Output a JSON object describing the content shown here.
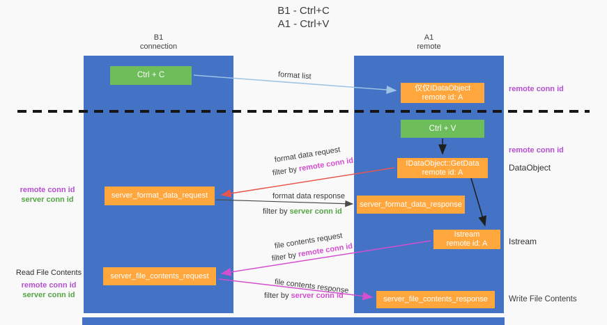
{
  "colors": {
    "lane_blue": "#4472C4",
    "box_orange": "#FFA63D",
    "box_green": "#6DBE5B",
    "purple_label": "#B44FD0",
    "green_label": "#55A546",
    "red_arrow": "#E8574F",
    "magenta_arrow": "#D44FD0",
    "lightblue_arrow": "#9DC3E6",
    "dashed_line": "#161616"
  },
  "title": {
    "line1": "B1 - Ctrl+C",
    "line2": "A1 - Ctrl+V"
  },
  "lanes": {
    "left": {
      "name": "B1",
      "subtitle": "connection"
    },
    "right": {
      "name": "A1",
      "subtitle": "remote"
    }
  },
  "boxes": {
    "ctrl_c": "Ctrl + C",
    "ctrl_v": "Ctrl + V",
    "idataobject_line1": "仅仅IDataObject",
    "idataobject_line2": "remote id: A",
    "getdata_line1": "IDataObject::GetData",
    "getdata_line2": "remote id: A",
    "istream_line1": "Istream",
    "istream_line2": "remote id: A",
    "server_format_data_request": "server_format_data_request",
    "server_format_data_response": "server_format_data_response",
    "server_file_contents_request": "server_file_contents_request",
    "server_file_contents_response": "server_file_contents_response"
  },
  "labels": {
    "format_list": "format list",
    "remote_conn_id": "remote conn id",
    "server_conn_id": "server conn id",
    "filter_by": "filter by",
    "dataobject": "DataObject",
    "istream": "Istream",
    "read_file_contents": "Read File Contents",
    "write_file_contents": "Write File Contents",
    "format_data_request": "format data request",
    "format_data_response": "format data response",
    "file_contents_request": "file contents request",
    "file_contents_response": "file contents response"
  }
}
